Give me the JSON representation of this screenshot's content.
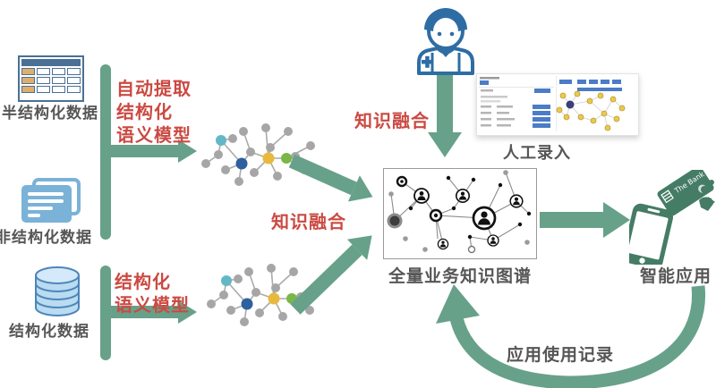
{
  "palette": {
    "arrow_green": "#67a189",
    "note_red": "#cb4a42",
    "icon_blue": "#2e6da4",
    "doc_light_blue": "#7ab2d8",
    "app_dark_green": "#457c66",
    "label_gray": "#565656"
  },
  "sources": {
    "semi_structured": {
      "label": "半结构化数据",
      "icon": "table-icon"
    },
    "unstructured": {
      "label": "非结构化数据",
      "icon": "documents-icon"
    },
    "structured": {
      "label": "结构化数据",
      "icon": "database-icon"
    }
  },
  "annotations": {
    "auto_extract_model": "自动提取\n结构化\n语义模型",
    "structured_model": "结构化\n语义模型",
    "knowledge_fusion_top": "知识融合",
    "knowledge_fusion_mid": "知识融合"
  },
  "manual_entry": {
    "label": "人工录入",
    "person_icon": "doctor-icon",
    "screenshot": "entry-form-and-graph-screenshot"
  },
  "knowledge_graph": {
    "label": "全量业务知识图谱"
  },
  "smart_app": {
    "label": "智能应用",
    "card_text": "The Bank",
    "icon": "phone-and-bank-card-icon"
  },
  "feedback": {
    "label": "应用使用记录"
  }
}
